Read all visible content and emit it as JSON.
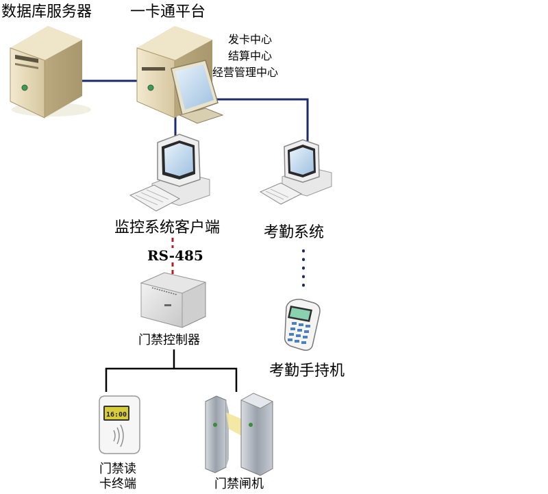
{
  "nodes": {
    "db_server": {
      "label": "数据库服务器",
      "icon": "tower-server-icon"
    },
    "platform": {
      "label": "一卡通平台",
      "icon": "server-with-monitor-icon"
    },
    "platform_roles": [
      "发卡中心",
      "结算中心",
      "经营管理中心"
    ],
    "monitor_client": {
      "label": "监控系统客户端",
      "icon": "desktop-computer-icon"
    },
    "attendance_system": {
      "label": "考勤系统",
      "icon": "desktop-computer-icon"
    },
    "door_controller": {
      "label": "门禁控制器",
      "icon": "controller-box-icon"
    },
    "attendance_handheld": {
      "label": "考勤手持机",
      "icon": "handheld-terminal-icon"
    },
    "door_reader": {
      "label_line1": "门禁读",
      "label_line2": "卡终端",
      "display": "16:00",
      "icon": "card-reader-icon"
    },
    "turnstile": {
      "label": "门禁闸机",
      "icon": "turnstile-gate-icon"
    }
  },
  "links": {
    "rs485": "RS-485"
  },
  "colors": {
    "network_line": "#1a2a6c",
    "rs485_line": "#b02020",
    "dot_line": "#1a2a6c",
    "gate_line": "#000000"
  }
}
